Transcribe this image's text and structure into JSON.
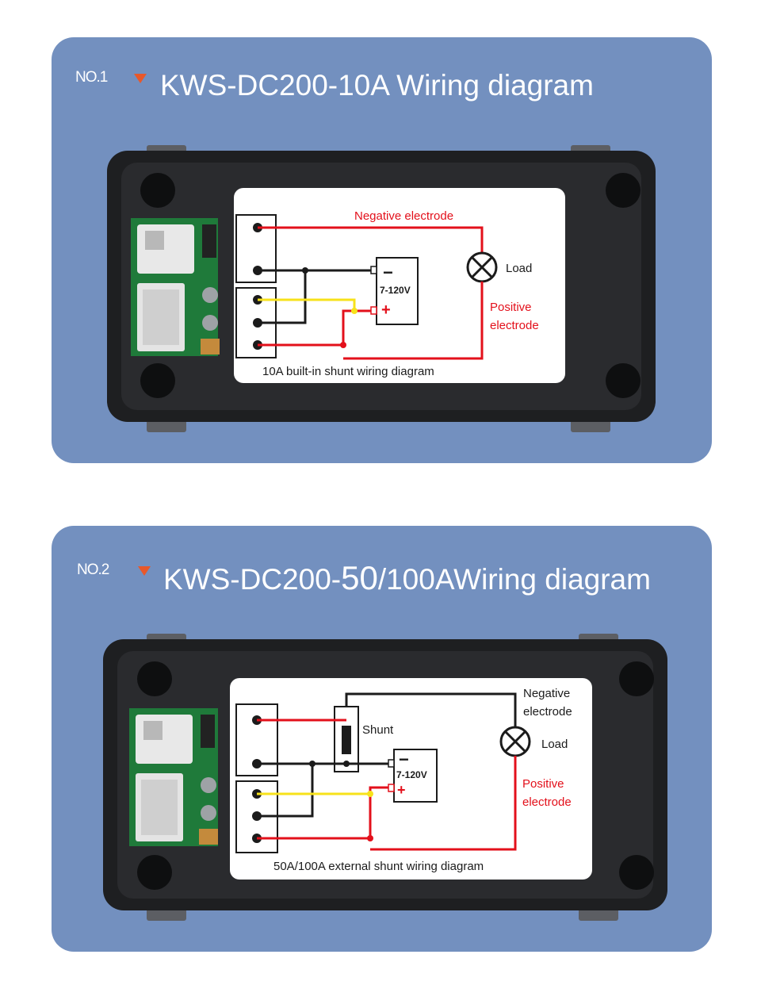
{
  "colors": {
    "panel_background": "#7390bf",
    "accent_triangle": "#e8582a",
    "wire_red": "#e3101b",
    "wire_black": "#1b1b1b",
    "wire_yellow": "#f7e21a",
    "device_body": "#1e1f21",
    "pcb_green": "#1f7a3a",
    "label_card": "#ffffff"
  },
  "diagram_1": {
    "number": "NO.1",
    "title": "KWS-DC200-10A Wiring diagram",
    "negative_label": "Negative electrode",
    "load_label": "Load",
    "positive_label_line1": "Positive",
    "positive_label_line2": "electrode",
    "voltage_label": "7-120V",
    "minus_sign": "−",
    "plus_sign": "+",
    "caption": "10A built-in shunt wiring diagram"
  },
  "diagram_2": {
    "number": "NO.2",
    "title_part1": "KWS-DC200-",
    "title_part2": "50",
    "title_part3": "/100AWiring diagram",
    "negative_label_line1": "Negative",
    "negative_label_line2": "electrode",
    "shunt_label": "Shunt",
    "load_label": "Load",
    "positive_label_line1": "Positive",
    "positive_label_line2": "electrode",
    "voltage_label": "7-120V",
    "minus_sign": "−",
    "plus_sign": "+",
    "caption": "50A/100A external shunt wiring diagram"
  }
}
